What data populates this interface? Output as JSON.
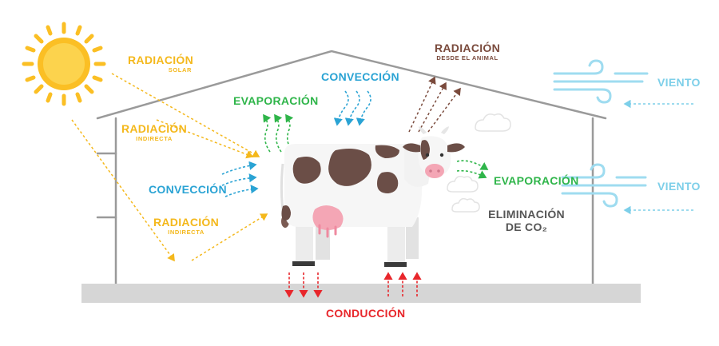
{
  "labels": {
    "radiacion_solar": {
      "title": "RADIACIÓN",
      "sub": "SOLAR"
    },
    "radiacion_indirecta_top": {
      "title": "RADIACIÓN",
      "sub": "INDIRECTA"
    },
    "radiacion_indirecta_bottom": {
      "title": "RADIACIÓN",
      "sub": "INDIRECTA"
    },
    "conveccion_left": "CONVECCIÓN",
    "conveccion_top": "CONVECCIÓN",
    "evaporacion_left": "EVAPORACIÓN",
    "evaporacion_right": "EVAPORACIÓN",
    "radiacion_animal": {
      "title": "RADIACIÓN",
      "sub": "DESDE EL ANIMAL"
    },
    "viento_top": "VIENTO",
    "viento_bottom": "VIENTO",
    "eliminacion": {
      "line1": "ELIMINACIÓN",
      "line2": "DE CO₂"
    },
    "conduccion": "CONDUCCIÓN"
  },
  "colors": {
    "sun": "#fbbf24",
    "radiation": "#f4b81c",
    "convection": "#2aa3d4",
    "evaporation": "#2fb54a",
    "animal_radiation": "#7a4a3c",
    "conduction": "#e8262b",
    "wind": "#7dcfe9",
    "barn": "#9a9a9a",
    "floor": "#d6d6d6"
  }
}
